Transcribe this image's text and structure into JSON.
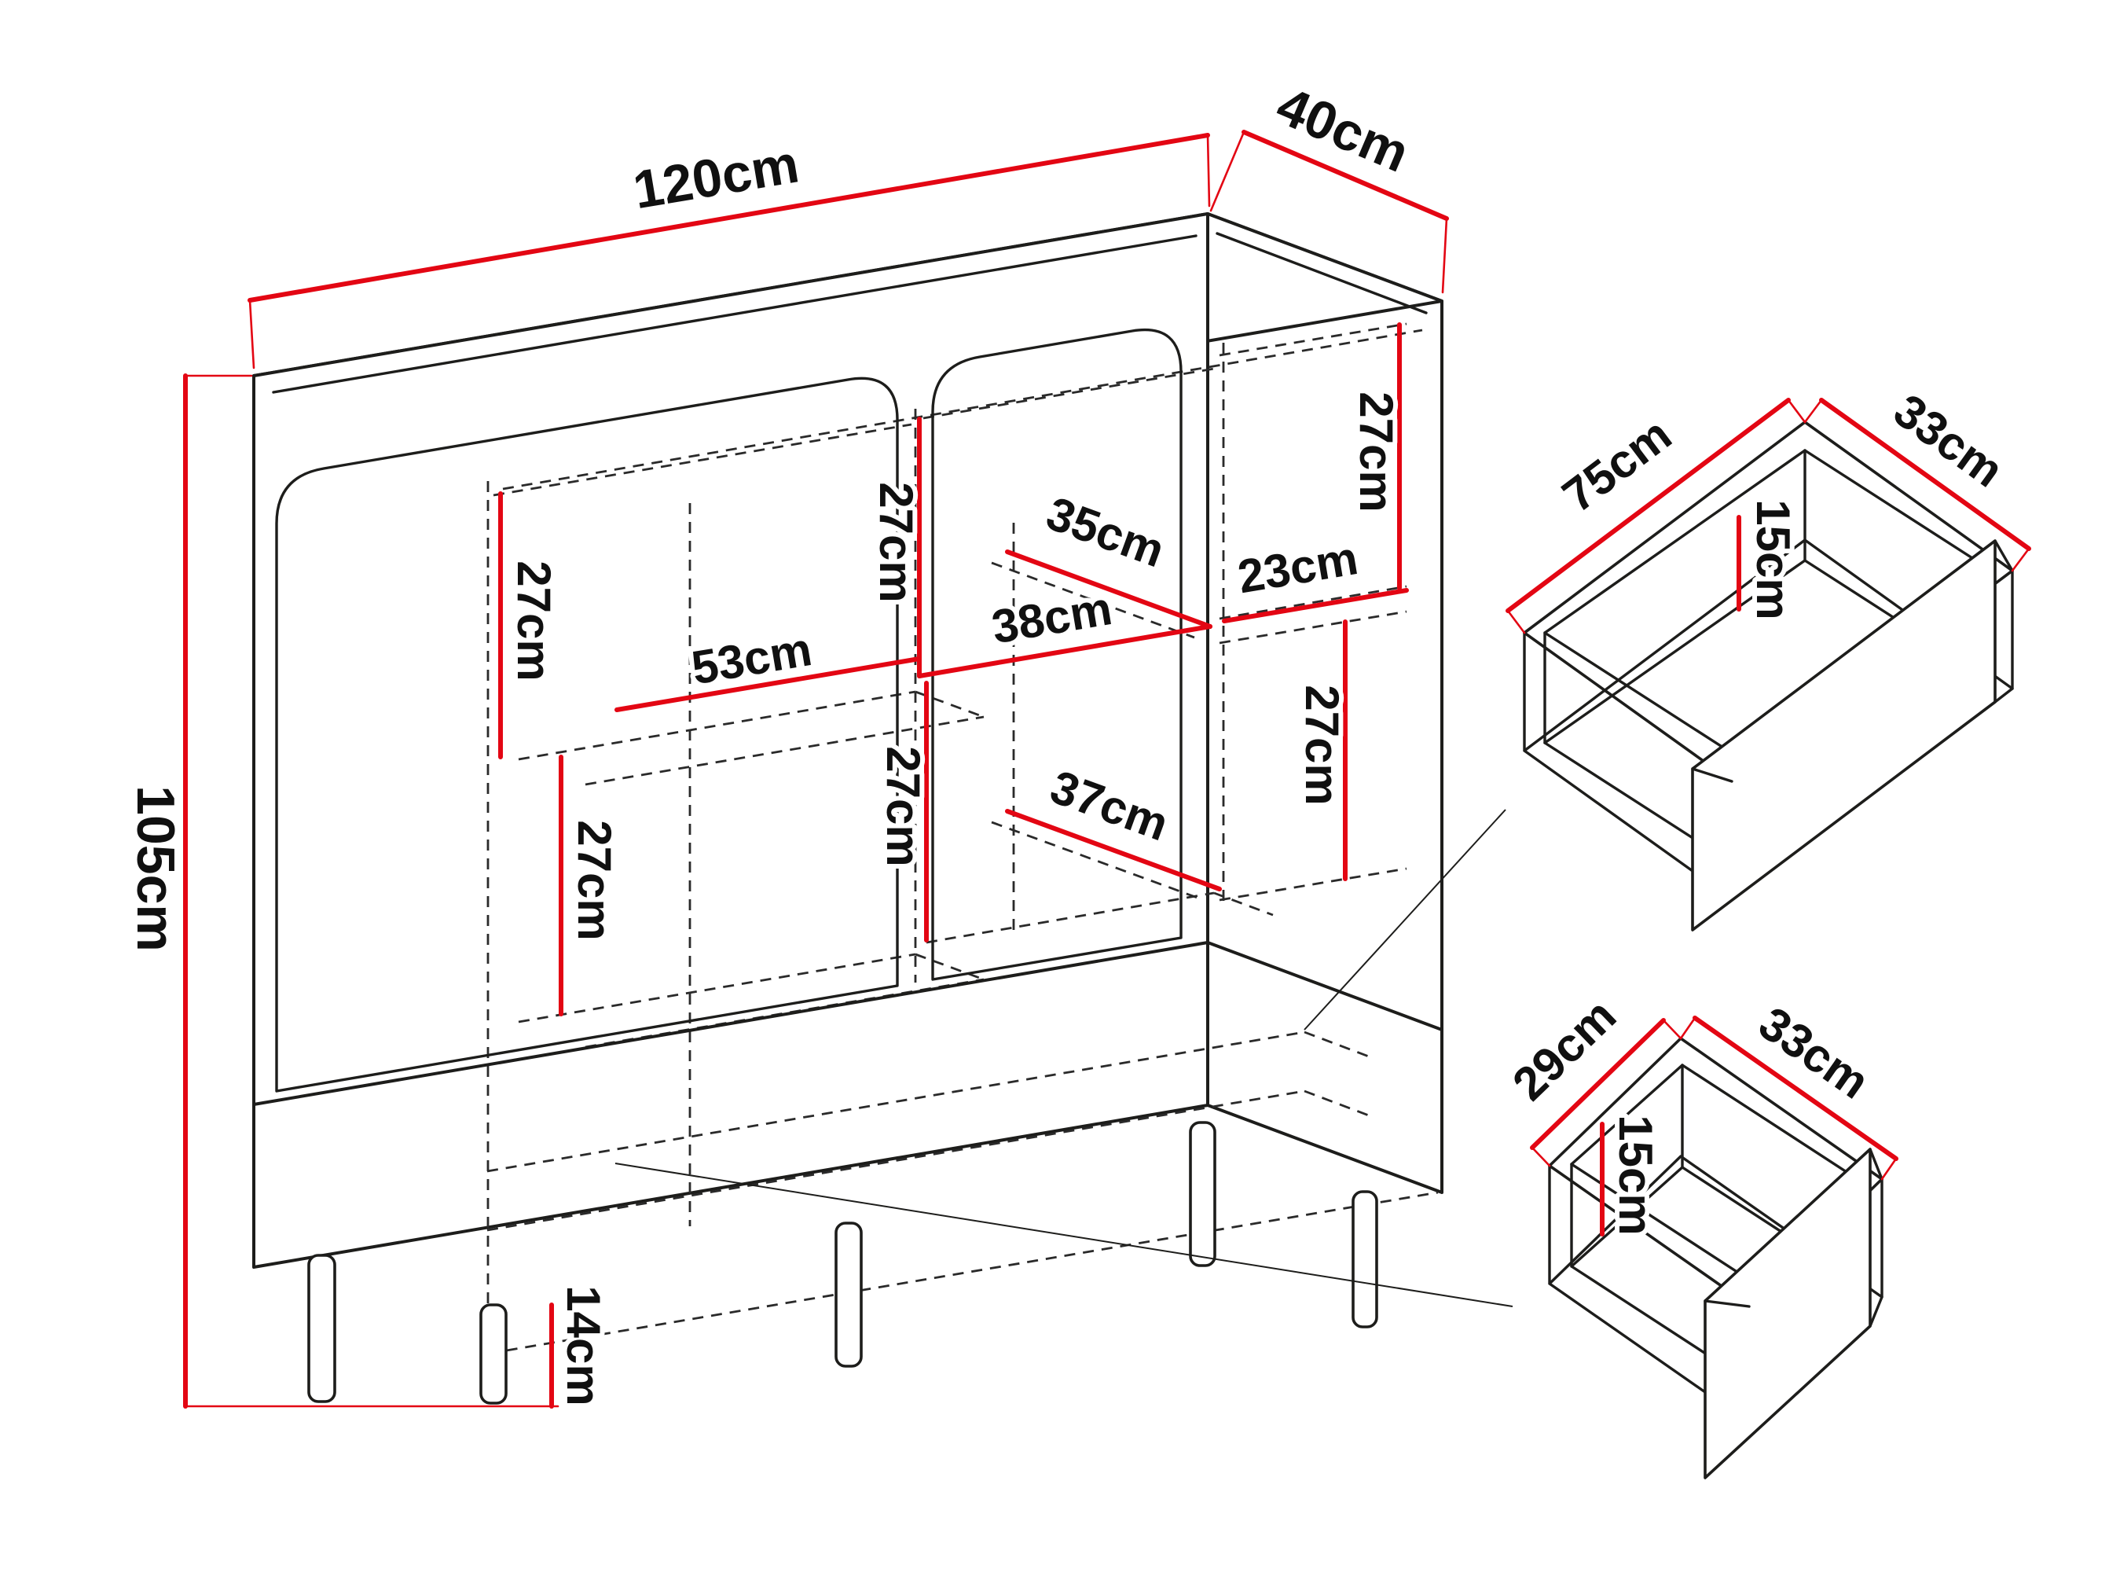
{
  "diagram": {
    "subject": "cabinet-dimension-diagram",
    "colors": {
      "dimension_red": "#e30613",
      "outline_black": "#1d1d1b",
      "background": "#ffffff"
    },
    "cabinet": {
      "width": "120cm",
      "depth": "40cm",
      "height": "105cm",
      "leg_height": "14cm",
      "shelf_spacing": "27cm",
      "left_section_width": "53cm",
      "middle_section_width": "38cm",
      "middle_section_depth": "35cm",
      "right_section_width": "23cm",
      "bottom_section_depth": "37cm"
    },
    "drawer_large": {
      "width": "75cm",
      "depth": "33cm",
      "height": "15cm"
    },
    "drawer_small": {
      "width": "29cm",
      "depth": "33cm",
      "height": "15cm"
    }
  }
}
